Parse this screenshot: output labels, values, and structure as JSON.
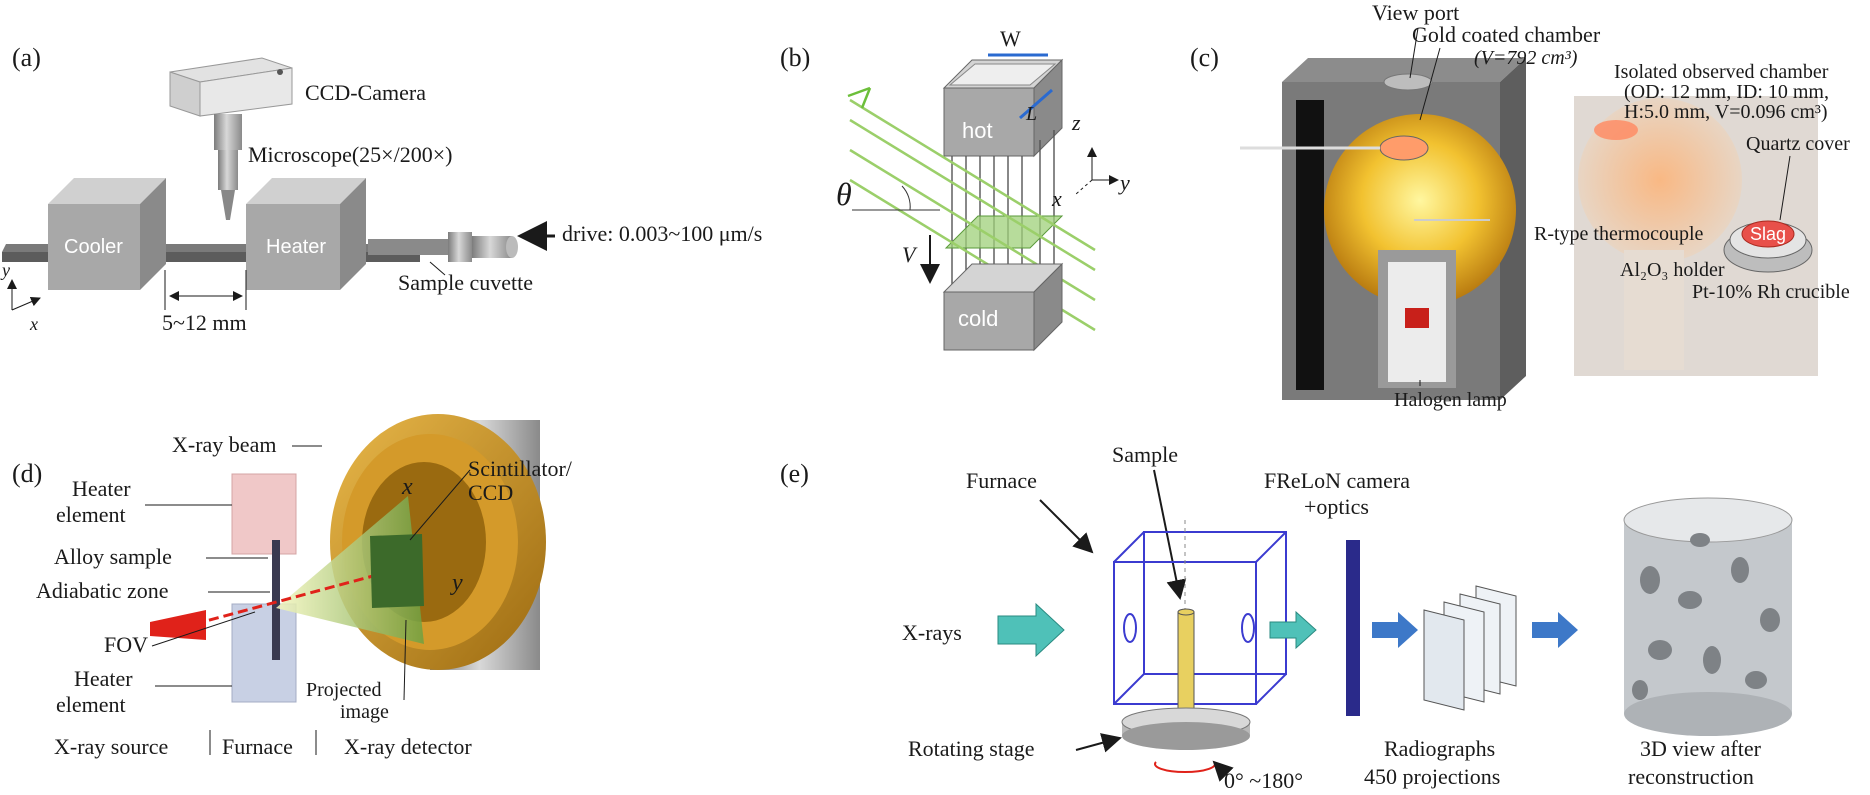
{
  "panel_a": {
    "label": "(a)",
    "camera": "CCD-Camera",
    "microscope": "Microscope(25×/200×)",
    "drive": "drive: 0.003~100 μm/s",
    "cooler": "Cooler",
    "heater": "Heater",
    "cuvette": "Sample cuvette",
    "gap": "5~12 mm",
    "axis_x": "x",
    "axis_y": "y"
  },
  "panel_b": {
    "label": "(b)",
    "width": "W",
    "length": "L",
    "hot": "hot",
    "cold": "cold",
    "theta": "θ",
    "velocity": "V",
    "axis_x": "x",
    "axis_y": "y",
    "axis_z": "z"
  },
  "panel_c": {
    "label": "(c)",
    "view_port": "View port",
    "gold_chamber": "Gold coated chamber",
    "gold_volume": "(V=792 cm³)",
    "isolated_1": "Isolated observed chamber",
    "isolated_2": "(OD: 12 mm, ID: 10 mm,",
    "isolated_3": "H:5.0 mm, V=0.096 cm³)",
    "quartz": "Quartz cover",
    "slag": "Slag",
    "thermocouple": "R-type thermocouple",
    "holder": "Al₂O₃ holder",
    "crucible": "Pt-10% Rh crucible",
    "lamp": "Halogen lamp"
  },
  "panel_d": {
    "label": "(d)",
    "beam": "X-ray beam",
    "scint_1": "Scintillator/",
    "scint_2": "CCD",
    "heater_top_1": "Heater",
    "heater_top_2": "element",
    "alloy": "Alloy sample",
    "adiabatic": "Adiabatic zone",
    "fov": "FOV",
    "heater_bot_1": "Heater",
    "heater_bot_2": "element",
    "projected_1": "Projected",
    "projected_2": "image",
    "source": "X-ray source",
    "furnace": "Furnace",
    "detector": "X-ray detector",
    "dim_x": "x",
    "dim_y": "y"
  },
  "panel_e": {
    "label": "(e)",
    "furnace": "Furnace",
    "sample": "Sample",
    "camera_1": "FReLoN camera",
    "camera_2": "+optics",
    "xrays": "X-rays",
    "stage": "Rotating stage",
    "rotation": "0°  ~180°",
    "radiographs_1": "Radiographs",
    "radiographs_2": "450 projections",
    "view_1": "3D view after",
    "view_2": "reconstruction"
  },
  "colors": {
    "block_grey": "#a8a8a8",
    "gold": "#c8951e",
    "furnace_blue": "#3b3bd0",
    "arrow_teal": "#4fc1b8",
    "arrow_blue": "#3d78c8",
    "beam_red": "#e0221a"
  }
}
